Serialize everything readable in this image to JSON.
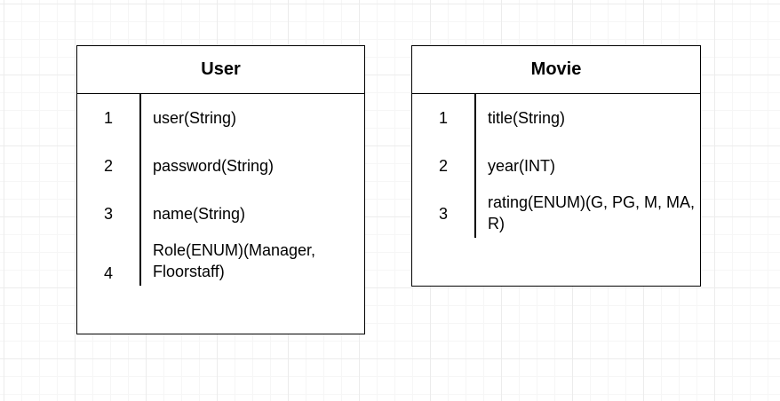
{
  "entities": [
    {
      "name": "User",
      "attributes": [
        {
          "index": "1",
          "label": "user(String)"
        },
        {
          "index": "2",
          "label": "password(String)"
        },
        {
          "index": "3",
          "label": "name(String)"
        },
        {
          "index": "4",
          "label": "Role(ENUM)(Manager, Floorstaff)"
        }
      ]
    },
    {
      "name": "Movie",
      "attributes": [
        {
          "index": "1",
          "label": "title(String)"
        },
        {
          "index": "2",
          "label": "year(INT)"
        },
        {
          "index": "3",
          "label": "rating(ENUM)(G, PG, M, MA, R)"
        }
      ]
    }
  ]
}
